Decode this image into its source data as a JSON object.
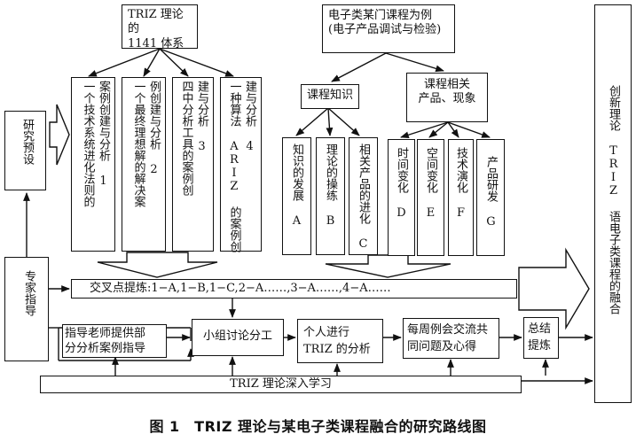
{
  "triz_system": {
    "line1": "TRIZ 理论的",
    "line2": "1141 体系"
  },
  "course_example": {
    "line1": "电子类某门课程为例",
    "line2": "(电子产品调试与检验)"
  },
  "triz_items": [
    {
      "col1": "一个技术系统进化法则的",
      "col2": "案例创建与分析 1"
    },
    {
      "col1": "一个最终理想解的解决案",
      "col2": "例创建与分析 2"
    },
    {
      "col1": "四中分析工具的案例创",
      "col2": "建与分析 3"
    },
    {
      "col1": "一种算法 ARIZ 的案例创",
      "col2": "建与分析 4"
    }
  ],
  "course_knowledge": {
    "label": "课程知识"
  },
  "course_products": {
    "line1": "课程相关",
    "line2": "产品、现象"
  },
  "knowledge_items": [
    {
      "col1": "知识的发展 A"
    },
    {
      "col1": "理论的操练 B"
    },
    {
      "col1": "相关产品的进化 C"
    }
  ],
  "product_items": [
    {
      "col1": "时间变化 D"
    },
    {
      "col1": "空间变化 E"
    },
    {
      "col1": "技术演化 F"
    },
    {
      "col1": "产品研发 G"
    }
  ],
  "research_preset": {
    "label": "研究预设"
  },
  "expert_guidance": {
    "label": "专家指导"
  },
  "crosspoint": {
    "label": "交叉点提炼:1−A,1−B,1−C,2−A……,3−A……,4−A……"
  },
  "teacher_cases": {
    "line1": "指导老师提供部",
    "line2": "分分析案例指导"
  },
  "group_discussion": {
    "label": "小组讨论分工"
  },
  "individual_analysis": {
    "line1": "个人进行",
    "line2": "TRIZ 的分析"
  },
  "weekly_meeting": {
    "line1": "每周例会交流共",
    "line2": "同问题及心得"
  },
  "summary": {
    "line1": "总结",
    "line2": "提炼"
  },
  "deep_learning": {
    "label": "TRIZ 理论深入学习"
  },
  "fusion": {
    "label": "创新理论 TRIZ 语电子类课程的融合"
  },
  "caption": {
    "label": "图 1　TRIZ 理论与某电子类课程融合的研究路线图"
  }
}
